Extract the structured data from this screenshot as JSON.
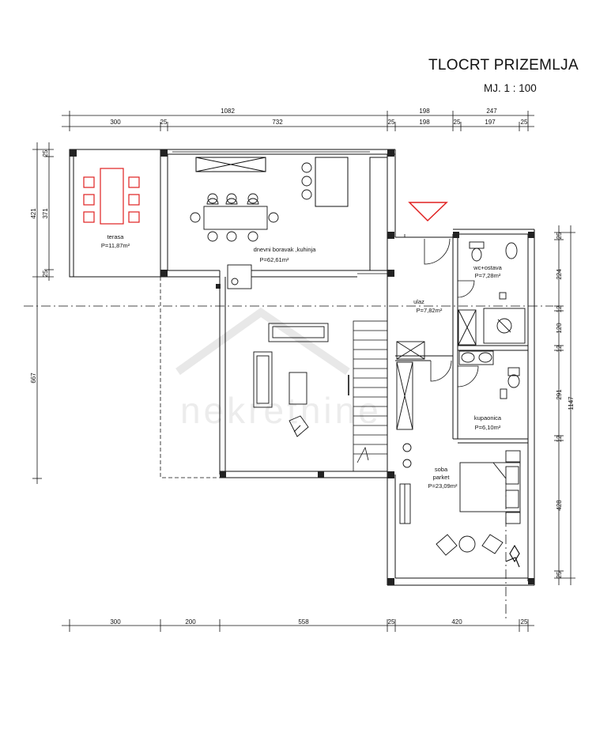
{
  "title": "TLOCRT PRIZEMLJA",
  "scale": "MJ. 1 : 100",
  "top_dimensions_row1": [
    "1082",
    "198",
    "247"
  ],
  "top_dimensions_row2": [
    "300",
    "25",
    "732",
    "25",
    "198",
    "25",
    "197",
    "25"
  ],
  "bottom_dimensions": [
    "300",
    "200",
    "558",
    "25",
    "420",
    "25"
  ],
  "left_dimensions_inner": [
    "25",
    "371",
    "25"
  ],
  "left_dimensions_outer": [
    "421",
    "667"
  ],
  "right_dimensions_inner": [
    "25",
    "224",
    "12",
    "120",
    "12",
    "291",
    "12",
    "428",
    "25"
  ],
  "right_dimensions_outer": [
    "1147"
  ],
  "rooms": [
    {
      "name": "terasa",
      "area": "P=11,87m²"
    },
    {
      "name": "dnevni boravak ,kuhinja",
      "area": "P=62,61m²"
    },
    {
      "name": "ulaz",
      "area": "P=7,82m²"
    },
    {
      "name": "wc+ostava",
      "area": "P=7,28m²"
    },
    {
      "name": "kupaonica",
      "area": "P=6,10m²"
    },
    {
      "name": "soba",
      "name2": "parket",
      "area": "P=23,09m²"
    }
  ],
  "watermark": "nekretnine",
  "colors": {
    "line": "#111111",
    "accent": "#e02020",
    "watermark": "#e6e6e6"
  }
}
